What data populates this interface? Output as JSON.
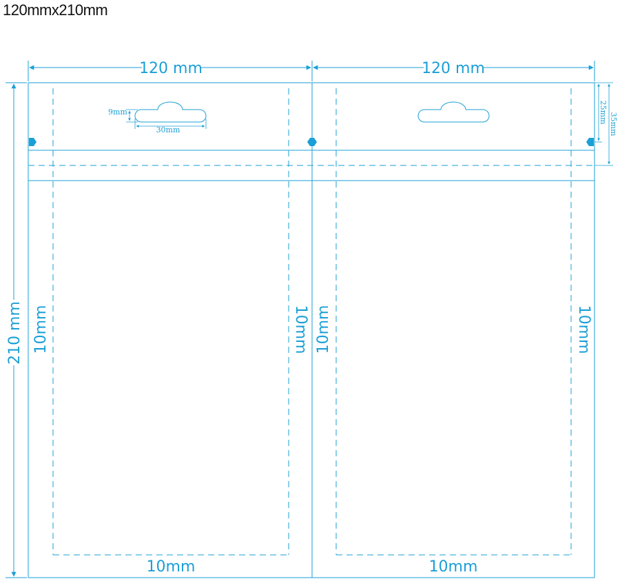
{
  "title": "120mmx210mm",
  "colors": {
    "line": "#1a9fd6",
    "fill": "#1a9fd6",
    "text_dark": "#111111"
  },
  "dimensions": {
    "left_width": "120 mm",
    "right_width": "120 mm",
    "height": "210 mm",
    "hole_height": "9mm",
    "hole_width": "30mm",
    "top_offset_25": "25mm",
    "top_offset_35": "35mm",
    "margin_left_panel_left": "10mm",
    "margin_left_panel_right": "10mm",
    "margin_right_panel_left": "10mm",
    "margin_right_panel_right": "10mm",
    "margin_left_panel_bottom": "10mm",
    "margin_right_panel_bottom": "10mm"
  }
}
